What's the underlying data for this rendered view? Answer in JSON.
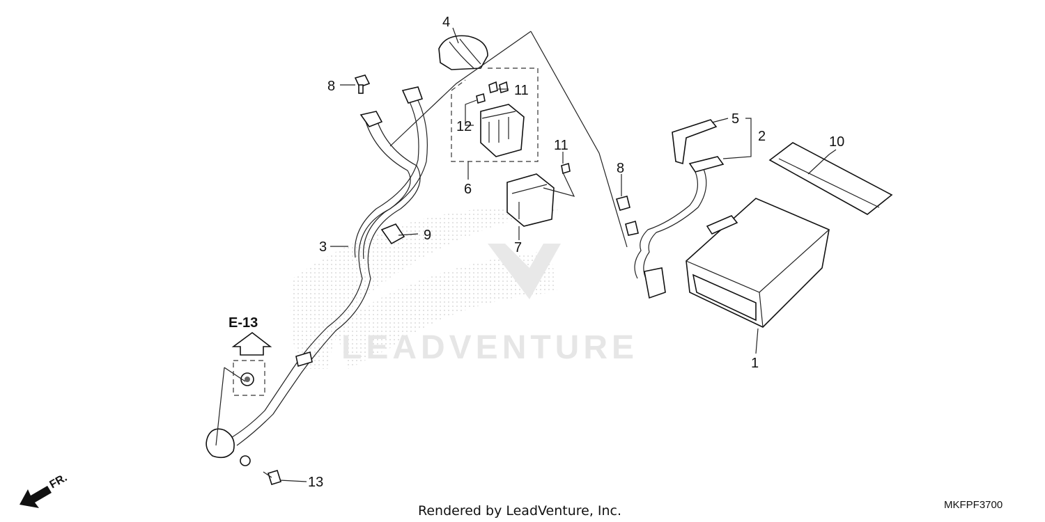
{
  "diagram": {
    "callouts": [
      {
        "id": "c1",
        "text": "1"
      },
      {
        "id": "c2",
        "text": "2"
      },
      {
        "id": "c3",
        "text": "3"
      },
      {
        "id": "c4",
        "text": "4"
      },
      {
        "id": "c5",
        "text": "5"
      },
      {
        "id": "c6",
        "text": "6"
      },
      {
        "id": "c7",
        "text": "7"
      },
      {
        "id": "c8a",
        "text": "8"
      },
      {
        "id": "c8b",
        "text": "8"
      },
      {
        "id": "c9",
        "text": "9"
      },
      {
        "id": "c10",
        "text": "10"
      },
      {
        "id": "c11a",
        "text": "11"
      },
      {
        "id": "c11b",
        "text": "11"
      },
      {
        "id": "c12",
        "text": "12"
      },
      {
        "id": "c13",
        "text": "13"
      }
    ],
    "reference": "E-13",
    "direction_label": "FR.",
    "watermark": "LEADVENTURE",
    "footer_text": "Rendered by LeadVenture, Inc.",
    "diagram_code": "MKFPF3700"
  }
}
